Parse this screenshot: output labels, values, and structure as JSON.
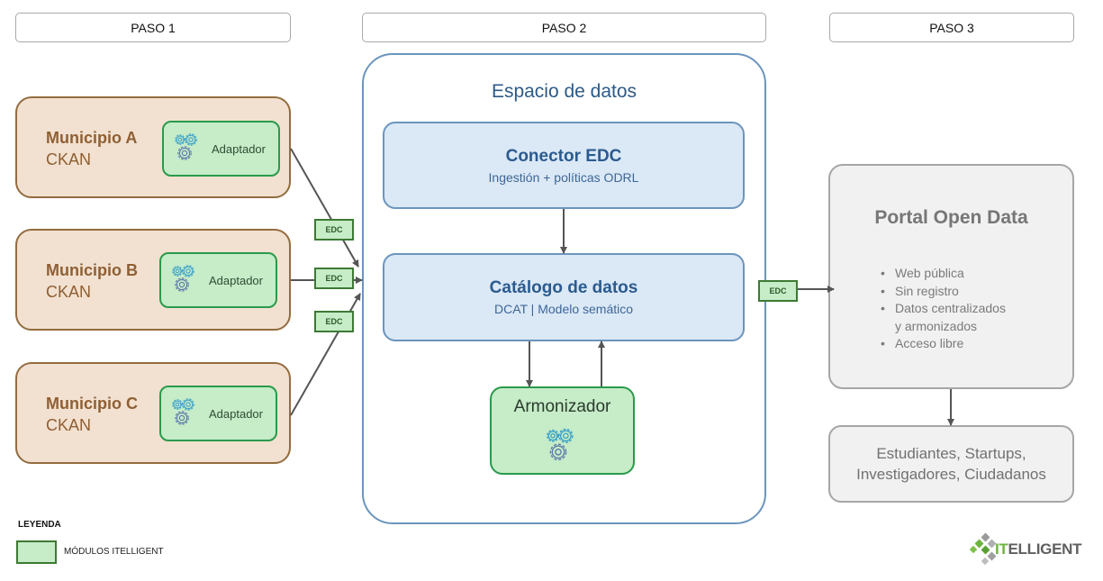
{
  "steps": [
    {
      "label": "PASO 1"
    },
    {
      "label": "PASO 2"
    },
    {
      "label": "PASO 3"
    }
  ],
  "municipalities": [
    {
      "name": "Municipio A",
      "platform": "CKAN",
      "adapter": "Adaptador"
    },
    {
      "name": "Municipio B",
      "platform": "CKAN",
      "adapter": "Adaptador"
    },
    {
      "name": "Municipio C",
      "platform": "CKAN",
      "adapter": "Adaptador"
    }
  ],
  "edc_tags": [
    "EDC",
    "EDC",
    "EDC",
    "EDC"
  ],
  "data_space": {
    "title": "Espacio de datos",
    "connector": {
      "title": "Conector EDC",
      "subtitle": "Ingestión + políticas ODRL"
    },
    "catalog": {
      "title": "Catálogo de datos",
      "subtitle": "DCAT | Modelo semático"
    },
    "harmonizer": {
      "title": "Armonizador"
    }
  },
  "portal": {
    "title": "Portal Open Data",
    "bullet": "•",
    "features": [
      "Web pública",
      "Sin registro",
      "Datos centralizados",
      "y armonizados",
      "Acceso libre"
    ]
  },
  "users": {
    "line1": "Estudiantes, Startups,",
    "line2": "Investigadores, Ciudadanos"
  },
  "legend": {
    "title": "LEYENDA",
    "items": [
      {
        "label": "MÓDULOS ITELLIGENT",
        "color": "#c6ecc8"
      }
    ]
  },
  "logo": {
    "text_accent": "IT",
    "text_rest": "ELLIGENT"
  },
  "colors": {
    "module_fill": "#c6ecc8",
    "module_border": "#2a9a4c",
    "municipality_fill": "#f2e1d0",
    "municipality_border": "#936c3f",
    "data_space_border": "#6b95bd",
    "blue_fill": "#dbe8f6",
    "portal_fill": "#f1f1f1"
  }
}
